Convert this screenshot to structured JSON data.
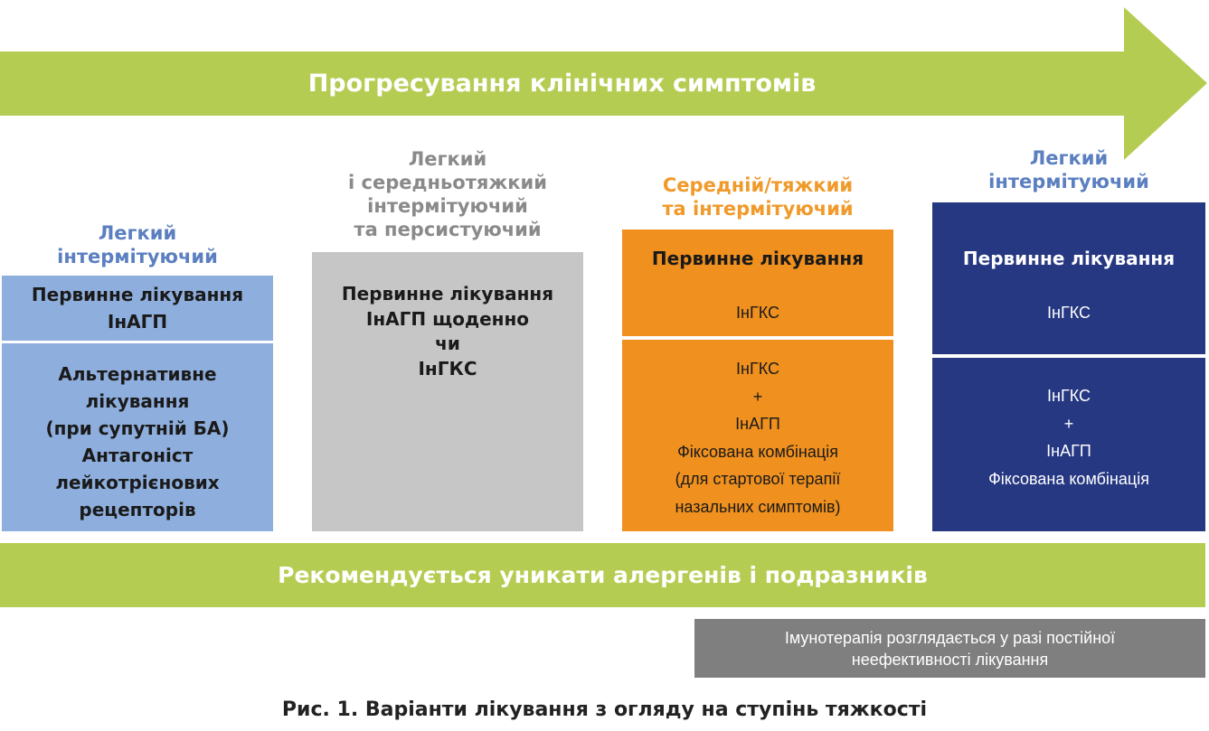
{
  "arrow": {
    "label": "Прогресування клінічних симптомів",
    "color": "#b5cc52"
  },
  "columns": [
    {
      "heading": [
        "Легкий",
        "інтермітуючий"
      ],
      "heading_color": "#5b7fc0",
      "box_color": "#8eaedd",
      "top": [
        "Первинне лікування",
        "ІнАГП"
      ],
      "bottom": [
        "Альтернативне",
        "лікування",
        "(при супутній БА)",
        "Антагоніст",
        "лейкотрієнових",
        "рецепторів"
      ]
    },
    {
      "heading": [
        "Легкий",
        "і середньотяжкий",
        "інтермітуючий",
        "та персистуючий"
      ],
      "heading_color": "#8a8a8a",
      "box_color": "#c6c6c6",
      "top": [
        "Первинне лікування",
        "ІнАГП щоденно",
        "чи",
        "ІнГКС"
      ]
    },
    {
      "heading": [
        "Середній/тяжкий",
        "та інтермітуючий"
      ],
      "heading_color": "#f09a2a",
      "box_color": "#f0901e",
      "top_title": "Первинне лікування",
      "top_item": "ІнГКС",
      "bottom": [
        "ІнГКС",
        "+",
        "ІнАГП",
        "Фіксована комбінація",
        "(для стартової терапії",
        "назальних симптомів)"
      ]
    },
    {
      "heading": [
        "Легкий",
        "інтермітуючий"
      ],
      "heading_color": "#5b7fc0",
      "box_color": "#263882",
      "top_title": "Первинне лікування",
      "top_item": "ІнГКС",
      "bottom": [
        "ІнГКС",
        "+",
        "ІнАГП",
        "Фіксована комбінація"
      ]
    }
  ],
  "avoid_bar": {
    "label": "Рекомендується уникати алергенів і подразників",
    "color": "#b5cc52"
  },
  "immuno_box": {
    "lines": [
      "Імунотерапія розглядається у разі постійної",
      "неефективності лікування"
    ],
    "color": "#7f7f7f"
  },
  "caption": "Рис. 1. Варіанти лікування з огляду на ступінь тяжкості"
}
